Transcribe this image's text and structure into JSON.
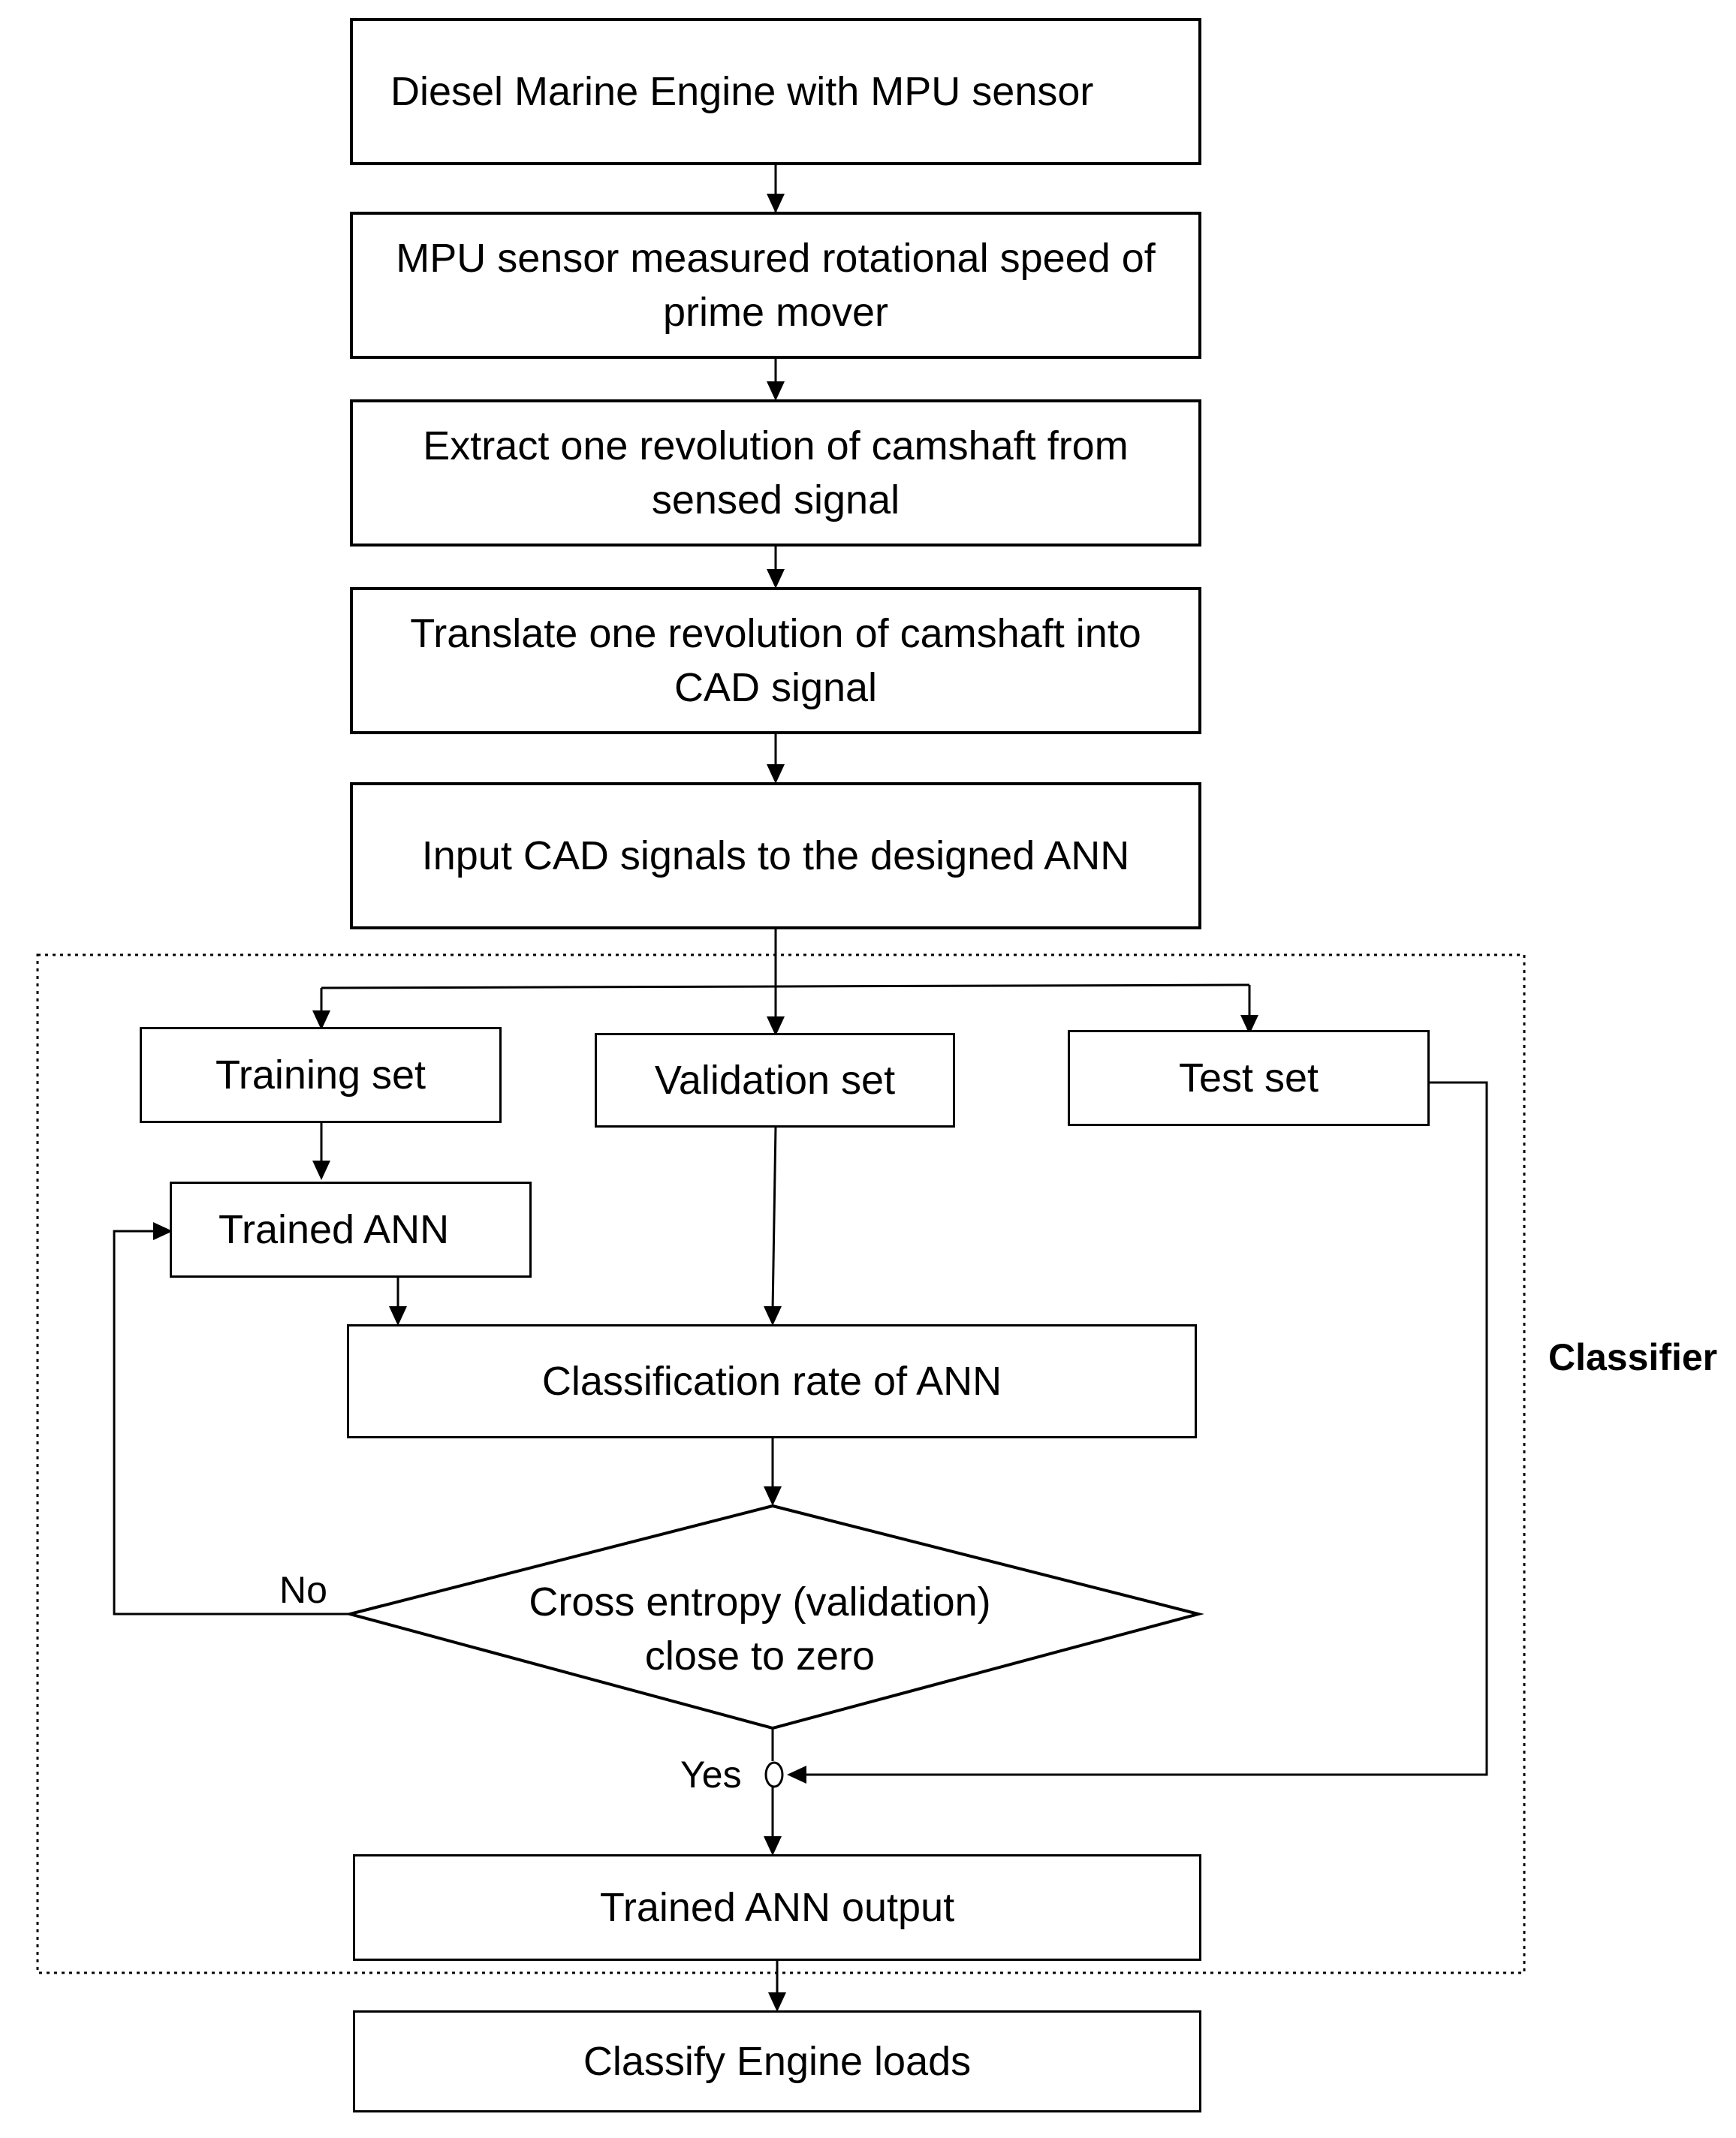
{
  "steps": {
    "engine": "Diesel Marine Engine with MPU sensor",
    "sensor_line1": "MPU sensor measured rotational speed of",
    "sensor_line2": "prime mover",
    "extract_line1": "Extract one revolution of camshaft from",
    "extract_line2": "sensed signal",
    "translate_line1": "Translate one revolution of camshaft into",
    "translate_line2": "CAD signal",
    "input": "Input CAD signals to the designed ANN"
  },
  "classifier": {
    "label": "Classifier",
    "training_set": "Training set",
    "validation_set": "Validation set",
    "test_set": "Test set",
    "trained_ann": "Trained ANN",
    "classification_rate": "Classification rate of ANN",
    "decision_line1": "Cross entropy (validation)",
    "decision_line2": "close to zero",
    "no_label": "No",
    "yes_label": "Yes",
    "output": "Trained ANN output"
  },
  "final": {
    "classify": "Classify Engine loads"
  }
}
